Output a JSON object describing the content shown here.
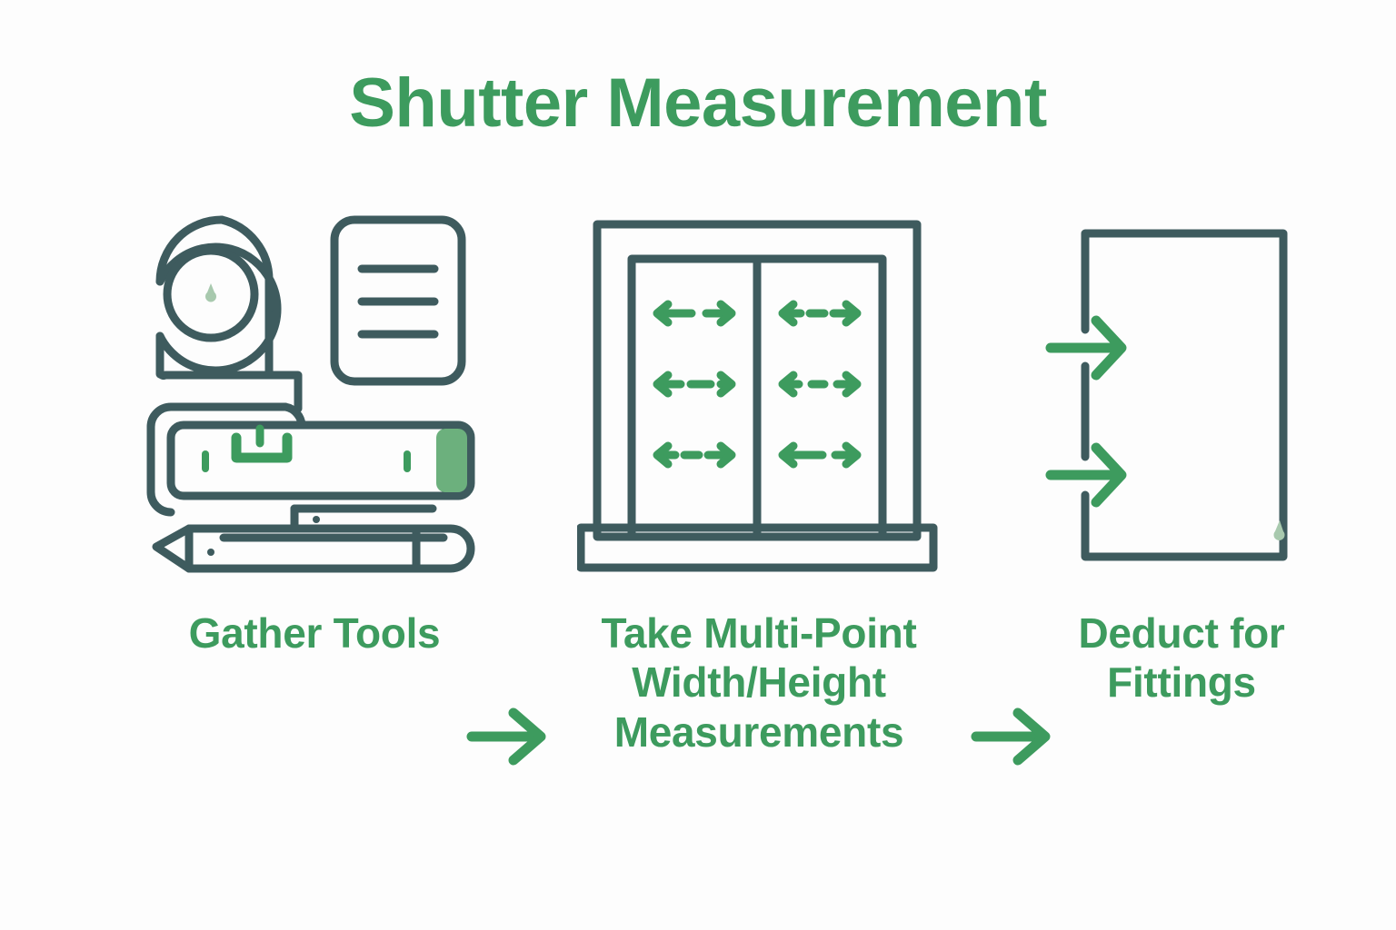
{
  "page": {
    "title": "Shutter Measurement",
    "background_color": "#fdfdfd"
  },
  "colors": {
    "green": "#3d9b5e",
    "green_light": "#6cb07d",
    "green_pale": "#a8c9ae",
    "slate": "#3e5b5e"
  },
  "steps": [
    {
      "id": "gather-tools",
      "label": "Gather Tools",
      "icons": [
        "tape-measure-icon",
        "notepad-icon",
        "spirit-level-icon",
        "pencil-icon"
      ]
    },
    {
      "id": "take-measurements",
      "label": "Take Multi-Point Width/Height Measurements",
      "label_lines": [
        "Take Multi-Point",
        "Width/Height",
        "Measurements"
      ],
      "icons": [
        "window-frame-icon"
      ],
      "measurement_arrows": 6
    },
    {
      "id": "deduct-fittings",
      "label": "Deduct for Fittings",
      "label_lines": [
        "Deduct for",
        "Fittings"
      ],
      "icons": [
        "frame-deduction-icon"
      ],
      "deduction_arrows": 2
    }
  ],
  "connectors": [
    {
      "id": "connector-1",
      "icon": "arrow-right-icon"
    },
    {
      "id": "connector-2",
      "icon": "arrow-right-icon"
    }
  ]
}
